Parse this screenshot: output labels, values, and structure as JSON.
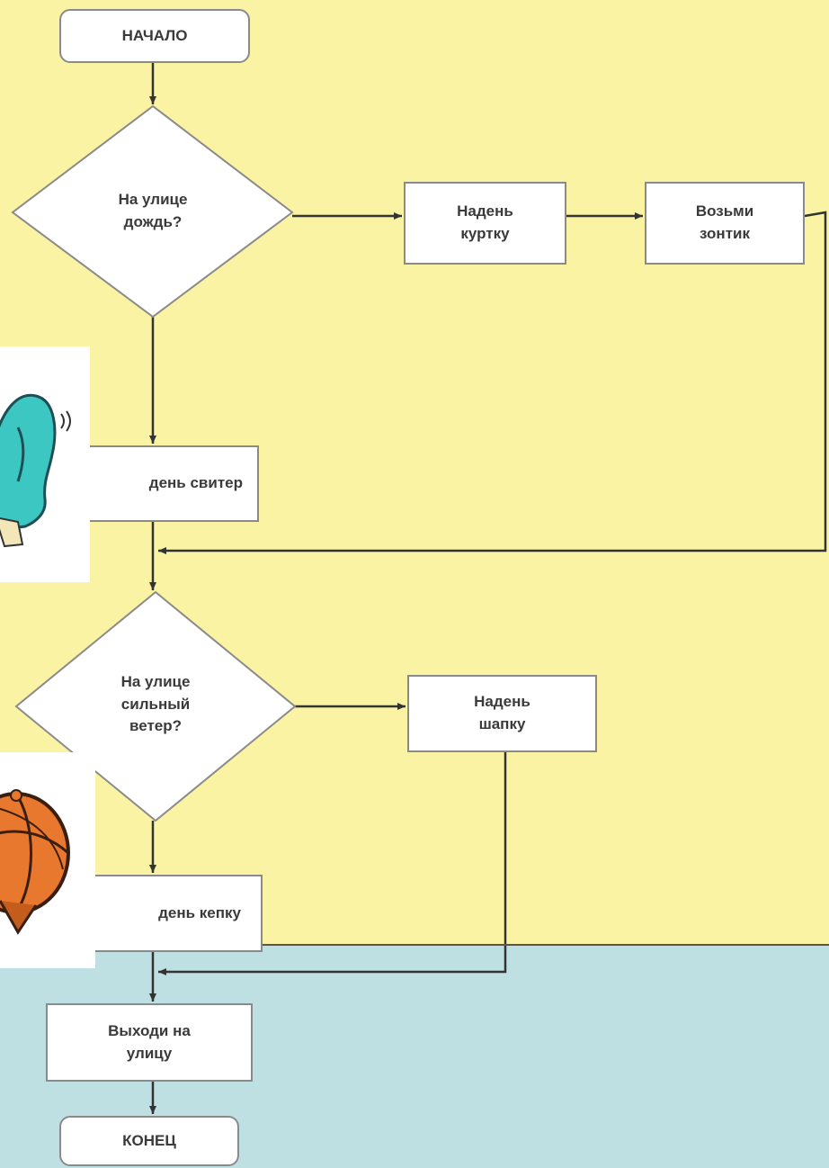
{
  "colors": {
    "top_background": "#f9f3a3",
    "bottom_background": "#bfe0e3",
    "box_fill": "#ffffff",
    "box_border": "#8a8a8a",
    "connector": "#333333",
    "figure_teal": "#3cc7c2",
    "figure_orange": "#e8782e"
  },
  "nodes": {
    "start": "НАЧАЛО",
    "rain_question": "На улице\nдождь?",
    "put_on_jacket": "Надень\nкуртку",
    "take_umbrella": "Возьми\nзонтик",
    "put_on_sweater": "дeнь свитер",
    "wind_question": "На улице\nсильный\nветер?",
    "put_on_hat": "Надень\nшапку",
    "put_on_cap": "дeнь кепку",
    "go_outside": "Выходи на\nулицу",
    "end": "КОНЕЦ"
  },
  "illustrations": {
    "person_icon": "person-in-sweater-icon",
    "cap_icon": "cap-icon"
  }
}
